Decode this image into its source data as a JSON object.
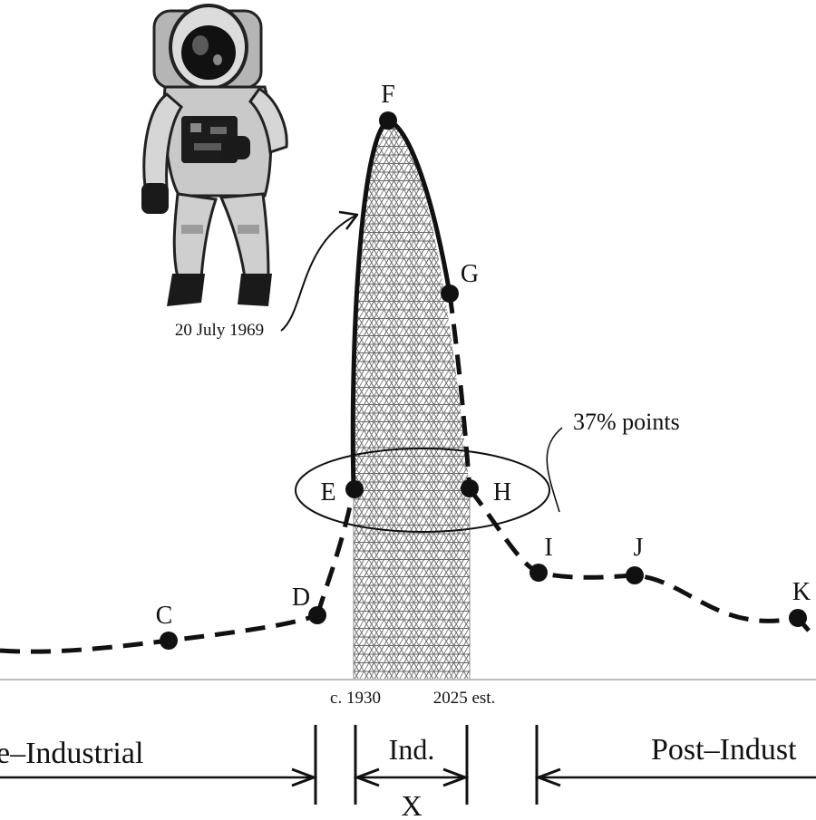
{
  "colors": {
    "ink": "#111111",
    "axis": "#bdbdbd",
    "hatch": "#6a6a6a",
    "background": "#ffffff"
  },
  "astronaut": {
    "icon": "astronaut-icon",
    "caption": "20 July 1969"
  },
  "points": [
    {
      "id": "C",
      "label": "C"
    },
    {
      "id": "D",
      "label": "D"
    },
    {
      "id": "E",
      "label": "E"
    },
    {
      "id": "F",
      "label": "F"
    },
    {
      "id": "G",
      "label": "G"
    },
    {
      "id": "H",
      "label": "H"
    },
    {
      "id": "I",
      "label": "I"
    },
    {
      "id": "J",
      "label": "J"
    },
    {
      "id": "K",
      "label": "K"
    }
  ],
  "annotation": {
    "ellipse_label": "37% points"
  },
  "axis": {
    "start_label": "c. 1930",
    "end_label": "2025 est."
  },
  "eras": {
    "pre": "e–Industrial",
    "ind": "Ind.",
    "ind_sub": "X",
    "post": "Post–Indust"
  }
}
